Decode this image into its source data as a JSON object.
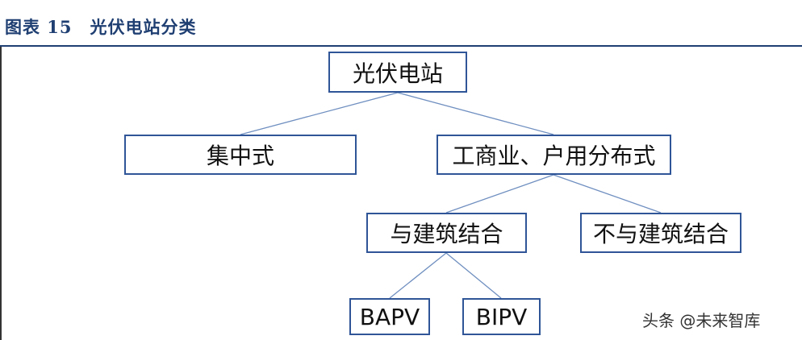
{
  "figure": {
    "title": "图表 15　光伏电站分类"
  },
  "tree": {
    "root": "光伏电站",
    "central": "集中式",
    "distributed": "工商业、户用分布式",
    "building_combined": "与建筑结合",
    "not_building_combined": "不与建筑结合",
    "bapv": "BAPV",
    "bipv": "BIPV"
  },
  "watermark": {
    "text": "头条 @未来智库"
  },
  "colors": {
    "title": "#1f3f72",
    "box_border": "#2f5597",
    "connector": "#6f8fc0"
  }
}
